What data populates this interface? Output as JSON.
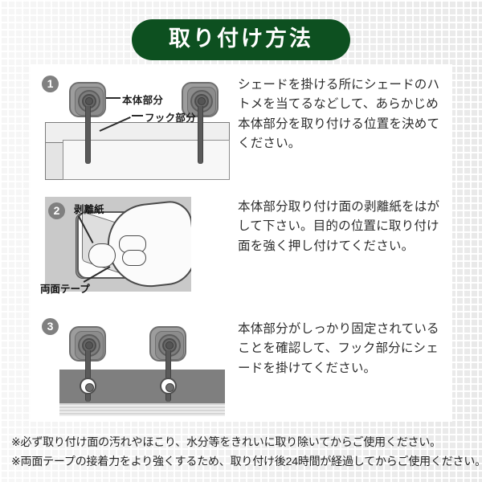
{
  "header": {
    "title": "取り付け方法"
  },
  "theme": {
    "title_bg": "#0d5020",
    "title_fg": "#ffffff",
    "panel_bg": "#ffffff",
    "page_bg": "#ececec",
    "text_color": "#2b2b2b",
    "badge_bg": "#808080"
  },
  "steps": [
    {
      "number": "1",
      "text": "シェードを掛ける所にシェードのハトメを当てるなどして、あらかじめ本体部分を取り付ける位置を決めてください。",
      "callouts": [
        {
          "label": "本体部分"
        },
        {
          "label": "フック部分"
        }
      ]
    },
    {
      "number": "2",
      "text": "本体部分取り付け面の剥離紙をはがして下さい。目的の位置に取り付け面を強く押し付けてください。",
      "callouts": [
        {
          "label": "剥離紙"
        },
        {
          "label": "両面テープ"
        }
      ]
    },
    {
      "number": "3",
      "text": "本体部分がしっかり固定されていることを確認して、フック部分にシェードを掛けてください。",
      "callouts": []
    }
  ],
  "footnotes": [
    "※必ず取り付け面の汚れやほこり、水分等をきれいに取り除いてからご使用ください。",
    "※両面テープの接着力をより強くするため、取り付け後24時間が経過してからご使用ください。"
  ]
}
